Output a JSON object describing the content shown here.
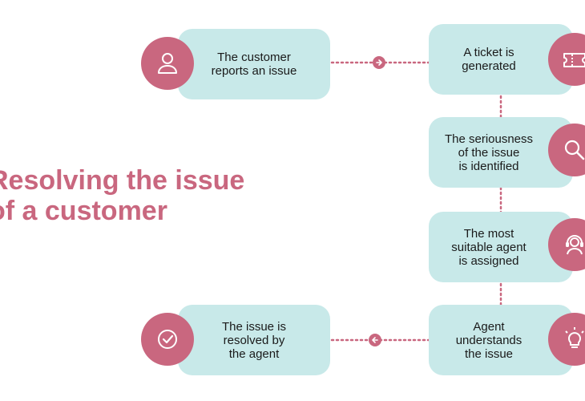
{
  "title": {
    "line1": "Resolving the issue",
    "line2": "of a customer"
  },
  "steps": [
    {
      "label": "The customer\nreports an issue",
      "icon": "user-icon"
    },
    {
      "label": "A ticket is\ngenerated",
      "icon": "ticket-icon"
    },
    {
      "label": "The seriousness\nof the issue\nis identified",
      "icon": "magnifier-icon"
    },
    {
      "label": "The most\nsuitable agent\nis assigned",
      "icon": "headset-agent-icon"
    },
    {
      "label": "Agent\nunderstands\nthe issue",
      "icon": "lightbulb-icon"
    },
    {
      "label": "The issue is\nresolved by\nthe agent",
      "icon": "check-circle-icon"
    }
  ],
  "colors": {
    "accent": "#c9677f",
    "card": "#c8e9e9",
    "text": "#1a1a1a"
  }
}
